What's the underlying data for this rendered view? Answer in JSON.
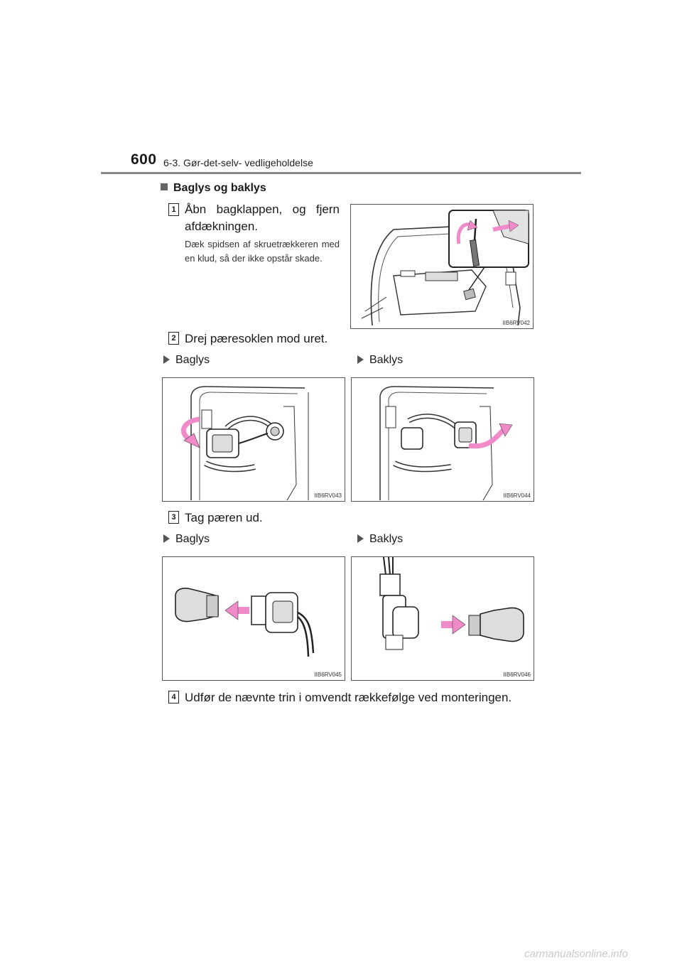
{
  "header": {
    "page_number": "600",
    "section": "6-3. Gør-det-selv- vedligeholdelse"
  },
  "heading": "Baglys og baklys",
  "steps": [
    {
      "num": "1",
      "text": "Åbn bagklappen, og fjern afdækningen.",
      "note": "Dæk spidsen af skruetrækkeren med en klud, så der ikke opstår skade."
    },
    {
      "num": "2",
      "text": "Drej pæresoklen mod uret."
    },
    {
      "num": "3",
      "text": "Tag pæren ud."
    },
    {
      "num": "4",
      "text": "Udfør de nævnte trin i omvendt rækkefølge ved monteringen."
    }
  ],
  "labels": {
    "left": "Baglys",
    "right": "Baklys"
  },
  "figures": {
    "fig1": "IIB6RV042",
    "fig2": "IIB6RV043",
    "fig3": "IIB6RV044",
    "fig4": "IIB6RV045",
    "fig5": "IIB6RV046"
  },
  "footer": "carmanualsonline.info",
  "colors": {
    "arrow": "#f08ac9",
    "rule": "#8a8a8a"
  }
}
